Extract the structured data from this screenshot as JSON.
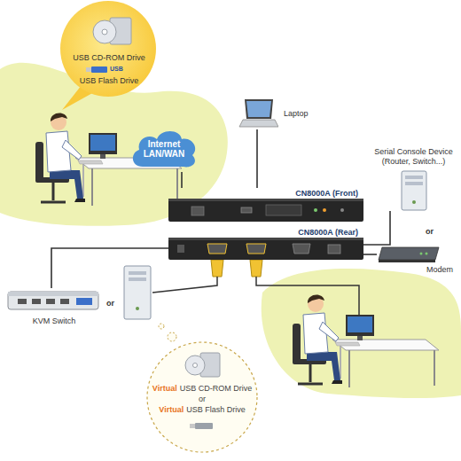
{
  "diagram": {
    "nodes": [
      {
        "text": [
          "USB CD-ROM Drive",
          "USB Flash Drive"
        ]
      },
      {
        "text": [
          "Internet LAN/WAN"
        ]
      },
      {
        "text": [
          "Laptop"
        ]
      },
      {
        "text": [
          "CN8000A (Front)"
        ]
      },
      {
        "text": [
          "CN8000A (Rear)"
        ]
      },
      {
        "text": [
          "Serial Console Device (Router, Switch...)"
        ]
      },
      {
        "text": [
          "Modem"
        ]
      },
      {
        "text": [
          "KVM Switch"
        ]
      },
      {
        "text": [
          "Virtual",
          "USB CD-ROM Drive",
          "or",
          "Virtual",
          "USB Flash Drive"
        ]
      }
    ],
    "edges": [
      {
        "from": 1,
        "to": 3,
        "arrow": "none"
      },
      {
        "from": 2,
        "to": 3,
        "arrow": "none"
      },
      {
        "from": 4,
        "to": 5,
        "arrow": "none"
      },
      {
        "from": 4,
        "to": 6,
        "arrow": "none"
      },
      {
        "from": 4,
        "to": 7,
        "arrow": "none"
      }
    ],
    "labels": [
      "USB",
      "or",
      "or"
    ]
  }
}
